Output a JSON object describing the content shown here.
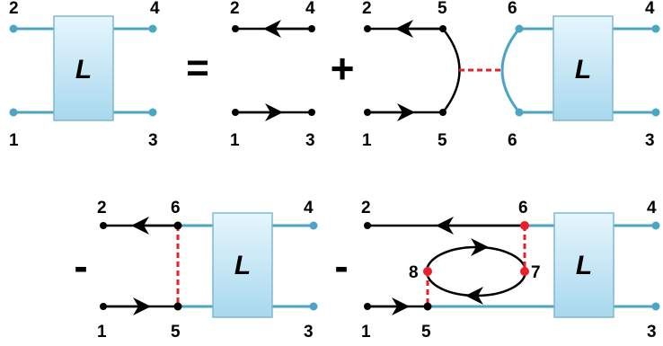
{
  "box_label": "L",
  "operators": {
    "equals": "=",
    "plus": "+",
    "minus1": "-",
    "minus2": "-"
  },
  "panel_a": {
    "tl": "2",
    "tr": "4",
    "bl": "1",
    "br": "3"
  },
  "panel_b": {
    "tl": "2",
    "tr": "4",
    "bl": "1",
    "br": "3"
  },
  "panel_c": {
    "tl": "2",
    "tm": "5",
    "bl": "1",
    "bm": "5",
    "tm2": "6",
    "bm2": "6",
    "tr": "4",
    "br": "3"
  },
  "panel_d": {
    "tl": "2",
    "tm": "6",
    "tr": "4",
    "bl": "1",
    "bm": "5",
    "br": "3"
  },
  "panel_e": {
    "tl": "2",
    "tm": "6",
    "tr": "4",
    "loop_left": "8",
    "loop_right": "7",
    "bl": "1",
    "bm": "5",
    "br": "3"
  },
  "colors": {
    "line": "#000000",
    "propagator": "#4aa6c4",
    "interaction": "#e8202a",
    "box_top": "#e6f6fd",
    "box_bottom": "#a8d8ee"
  }
}
